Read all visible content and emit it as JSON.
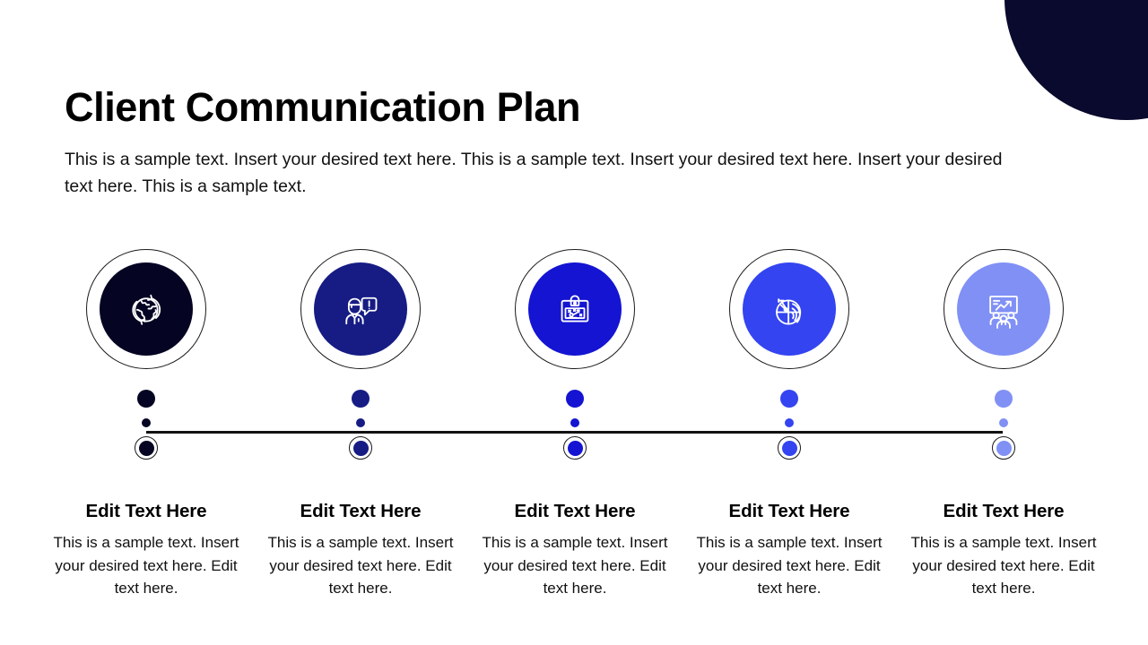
{
  "slide": {
    "title": "Client Communication Plan",
    "subtitle": "This is a sample text. Insert your desired text here. This is a sample text. Insert your desired text here. Insert your desired text here. This is a sample text.",
    "background_color": "#ffffff",
    "decor_circle_color": "#0a0a2e"
  },
  "timeline": {
    "axis_color": "#111111",
    "steps": [
      {
        "icon": "globe-arrows-icon",
        "color": "#050523",
        "heading": "Edit Text Here",
        "body": "This is a sample text. Insert your desired text here. Edit text here."
      },
      {
        "icon": "person-speech-alert-icon",
        "color": "#161c84",
        "heading": "Edit Text Here",
        "body": "This is a sample text. Insert your desired text here. Edit text here."
      },
      {
        "icon": "strategy-board-icon",
        "color": "#1414d2",
        "heading": "Edit Text Here",
        "body": "This is a sample text. Insert your desired text here. Edit text here."
      },
      {
        "icon": "radar-broadcast-icon",
        "color": "#3344f0",
        "heading": "Edit Text Here",
        "body": "This is a sample text. Insert your desired text here. Edit text here."
      },
      {
        "icon": "presentation-team-icon",
        "color": "#8090f5",
        "heading": "Edit Text Here",
        "body": "This is a sample text. Insert your desired text here. Edit text here."
      }
    ]
  }
}
